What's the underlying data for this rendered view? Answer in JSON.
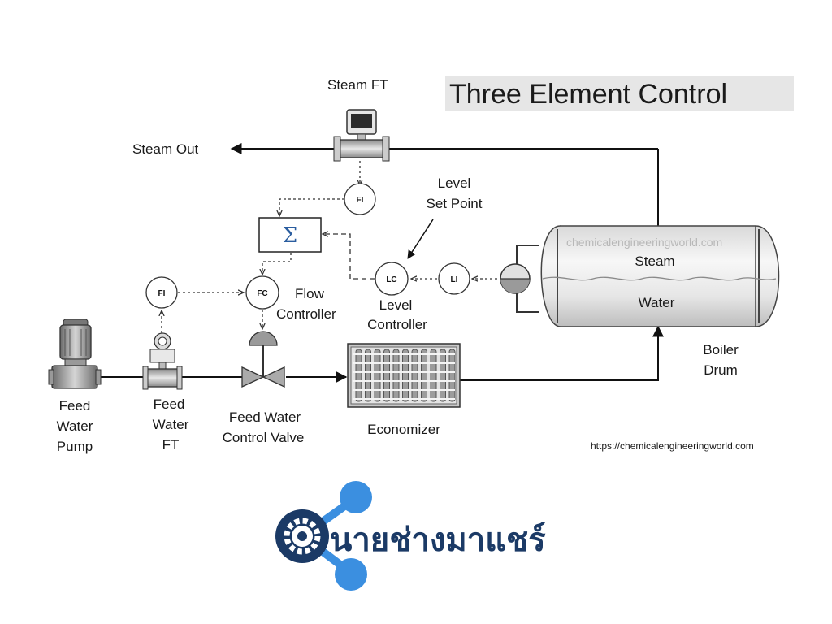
{
  "title": "Three Element Control",
  "url": "https://chemicalengineeringworld.com",
  "watermark": "chemicalengineeringworld.com",
  "brand": {
    "name": "นายช่างมาแชร์",
    "logo_icon": "gear-icon",
    "colors": {
      "primary": "#1b3a66",
      "accent": "#3b8fe0"
    }
  },
  "labels": {
    "steam_ft": "Steam FT",
    "steam_out": "Steam Out",
    "level_set_point": [
      "Level",
      "Set Point"
    ],
    "flow_controller": [
      "Flow",
      "Controller"
    ],
    "level_controller": [
      "Level",
      "Controller"
    ],
    "boiler_drum": [
      "Boiler",
      "Drum"
    ],
    "feed_water_pump": [
      "Feed",
      "Water",
      "Pump"
    ],
    "feed_water_ft": [
      "Feed",
      "Water",
      "FT"
    ],
    "feed_water_control_valve": [
      "Feed Water",
      "Control Valve"
    ],
    "economizer": "Economizer"
  },
  "drum": {
    "steam": "Steam",
    "water": "Water"
  },
  "instruments": {
    "fi_steam": "FI",
    "fi_feed": "FI",
    "fc": "FC",
    "lc": "LC",
    "li": "LI",
    "summer": "Σ"
  }
}
